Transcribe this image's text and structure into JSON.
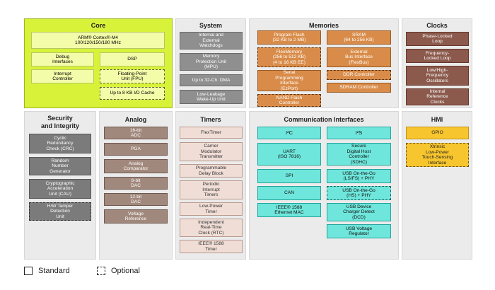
{
  "core": {
    "title": "Core",
    "blocks": [
      "ARM® Cortex®-M4\n100/120/150/180 MHz",
      "Debug\nInterfaces",
      "DSP",
      "Interrupt\nController",
      "Floating-Point\nUnit (FPU)",
      "Up to 8 KB I/D Cache"
    ]
  },
  "system": {
    "title": "System",
    "blocks": [
      "Internal and\nExternal\nWatchdogs",
      "Memory\nProtection Unit\n(MPU)",
      "Up to 32-Ch. DMA",
      "Low-Leakage\nWake-Up Unit"
    ]
  },
  "memories": {
    "title": "Memories",
    "blocks": [
      "Program Flash\n(32 KB to 2 MB)",
      "SRAM\n(64 to 256 KB)",
      "FlexMemory\n(256 to 512 KB)\n(4 to 16 KB EE)",
      "External\nBus Interface\n(FlexBus)",
      "Serial\nProgramming\nInterface\n(EzPort)",
      "DDR Controller",
      "SDRAM Controller",
      "NAND Flash\nController"
    ]
  },
  "clocks": {
    "title": "Clocks",
    "blocks": [
      "Phase-Locked\nLoop",
      "Frequency-\nLocked Loop",
      "Low/High-\nFrequency\nOscillators",
      "Internal\nReference\nClocks"
    ]
  },
  "security": {
    "title": "Security\nand Integrity",
    "blocks": [
      "Cyclic\nRedundancy\nCheck (CRC)",
      "Random\nNumber\nGenerator",
      "Cryptographic\nAcceleration\nUnit (CAU)",
      "H/W Tamper\nDetection\nUnit"
    ]
  },
  "analog": {
    "title": "Analog",
    "blocks": [
      "16-bit\nADC",
      "PGA",
      "Analog\nComparator",
      "6-bit\nDAC",
      "12-bit\nDAC",
      "Voltage\nReference"
    ]
  },
  "timers": {
    "title": "Timers",
    "blocks": [
      "FlexTimer",
      "Carrier\nModulator\nTransmitter",
      "Programmable\nDelay Block",
      "Periodic\nInterrupt\nTimers",
      "Low-Power\nTimer",
      "Independent\nReal-Time\nClock (RTC)",
      "IEEE® 1588\nTimer"
    ]
  },
  "comm": {
    "title": "Communication Interfaces",
    "blocks": [
      "I²C",
      "I²S",
      "UART\n(ISO 7816)",
      "Secure\nDigital Host\nController\n(SDHC)",
      "SPI",
      "USB On-the-Go\n(LS/FS) + PHY",
      "CAN",
      "USB On-the-Go\n(HS) + PHY",
      "IEEE® 1588\nEthernet MAC",
      "USB Device\nCharger Detect\n(DCD)",
      "USB Voltage\nRegulator"
    ]
  },
  "hmi": {
    "title": "HMI",
    "blocks": [
      "GPIO",
      "Xtrinsic\nLow-Power\nTouch-Sensing\nInterface"
    ]
  },
  "legend": {
    "standard": "Standard",
    "optional": "Optional"
  }
}
